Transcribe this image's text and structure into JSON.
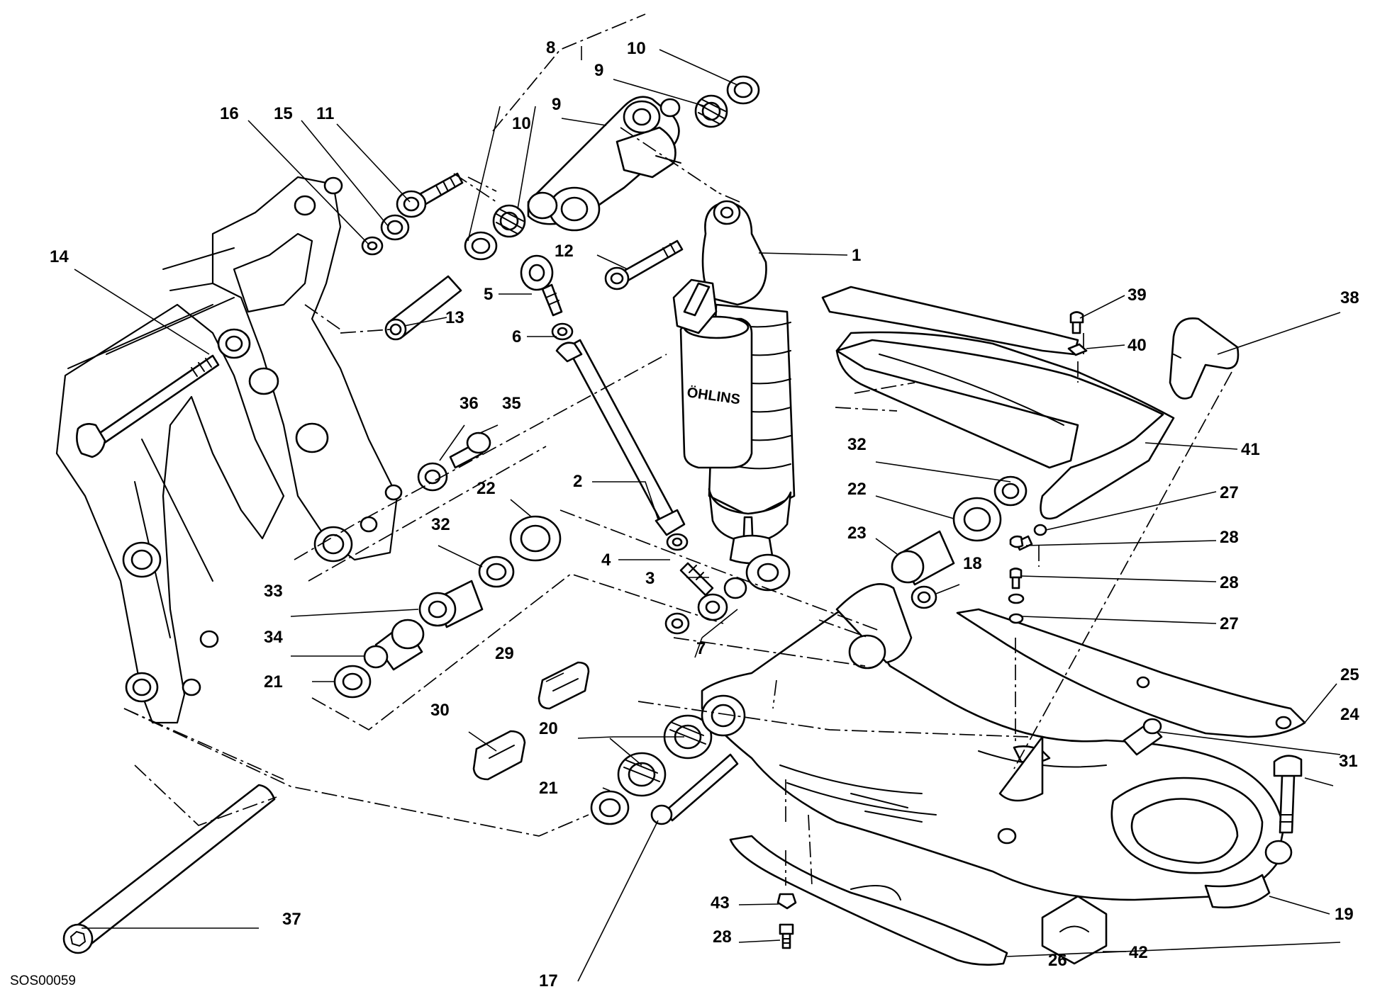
{
  "diagram": {
    "reference_code": "SOS00059",
    "brand_text": "ÖHLINS",
    "callouts": {
      "c1": "1",
      "c2": "2",
      "c3": "3",
      "c4": "4",
      "c5": "5",
      "c6": "6",
      "c7": "7",
      "c8": "8",
      "c9a": "9",
      "c9b": "9",
      "c10a": "10",
      "c10b": "10",
      "c11": "11",
      "c12": "12",
      "c13": "13",
      "c14": "14",
      "c15": "15",
      "c16": "16",
      "c17": "17",
      "c18": "18",
      "c19": "19",
      "c20": "20",
      "c21a": "21",
      "c21b": "21",
      "c22a": "22",
      "c22b": "22",
      "c23": "23",
      "c24": "24",
      "c25": "25",
      "c26": "26",
      "c27a": "27",
      "c27b": "27",
      "c28a": "28",
      "c28b": "28",
      "c28c": "28",
      "c29": "29",
      "c30": "30",
      "c31": "31",
      "c32a": "32",
      "c32b": "32",
      "c33": "33",
      "c34": "34",
      "c35": "35",
      "c36": "36",
      "c37": "37",
      "c38": "38",
      "c39": "39",
      "c40": "40",
      "c41": "41",
      "c42": "42",
      "c43": "43"
    }
  }
}
